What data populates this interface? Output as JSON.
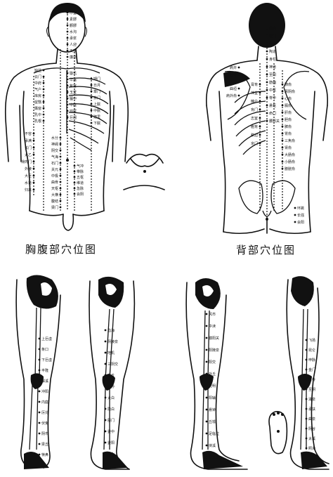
{
  "captions": {
    "front": "胸腹部穴位图",
    "back": "背部穴位图"
  },
  "front_points": [
    "印堂",
    "素髎",
    "颧髎",
    "水沟",
    "承浆",
    "人迎",
    "天突",
    "廉泉",
    "缺盆",
    "云门",
    "中府",
    "气户",
    "库房",
    "屋翳",
    "膺窗",
    "乳中",
    "乳根",
    "璇玑",
    "华盖",
    "紫宫",
    "玉堂",
    "膻中",
    "中庭",
    "鸠尾",
    "巨阙",
    "期门",
    "日月",
    "章门",
    "京门",
    "上脘",
    "中脘",
    "建里",
    "下脘",
    "水分",
    "神阙",
    "阴交",
    "气海",
    "石门",
    "关元",
    "中极",
    "曲骨",
    "天枢",
    "大横",
    "腹结",
    "梁门",
    "不容",
    "承满",
    "关门",
    "太乙",
    "滑肉门",
    "外陵",
    "大巨",
    "水道",
    "归来",
    "气冲",
    "带脉",
    "五枢",
    "维道",
    "急脉",
    "会阴"
  ],
  "back_points": [
    "风府",
    "哑门",
    "大椎",
    "陶道",
    "身柱",
    "神道",
    "至阳",
    "筋缩",
    "中枢",
    "脊中",
    "悬枢",
    "命门",
    "腰阳关",
    "肩井",
    "巨骨",
    "天宗",
    "曲垣",
    "肩外俞",
    "肺俞",
    "厥阴俞",
    "心俞",
    "膈俞",
    "肝俞",
    "胆俞",
    "脾俞",
    "胃俞",
    "三焦俞",
    "肾俞",
    "大肠俞",
    "小肠俞",
    "膀胱俞",
    "膏肓",
    "神堂",
    "魄户",
    "肓门",
    "志室",
    "胞肓",
    "秩边",
    "京门",
    "环跳",
    "长强",
    "会阳"
  ],
  "leg_points": [
    "环跳",
    "风市",
    "中渎",
    "膝阳关",
    "阳陵泉",
    "阳交",
    "外丘",
    "光明",
    "阳辅",
    "悬钟",
    "丘墟",
    "足临泣",
    "侠溪",
    "足三里",
    "上巨虚",
    "条口",
    "下巨虚",
    "丰隆",
    "解溪",
    "冲阳",
    "内庭",
    "厉兑",
    "伏兔",
    "阴市",
    "梁丘",
    "犊鼻",
    "血海",
    "阴陵泉",
    "地机",
    "三阴交",
    "商丘",
    "公孙",
    "太白",
    "隐白",
    "殷门",
    "委中",
    "委阳",
    "承山",
    "飞扬",
    "昆仑",
    "申脉",
    "金门",
    "京骨",
    "至阴",
    "涌泉",
    "承扶",
    "曲泉",
    "阴谷",
    "太溪",
    "照海"
  ]
}
